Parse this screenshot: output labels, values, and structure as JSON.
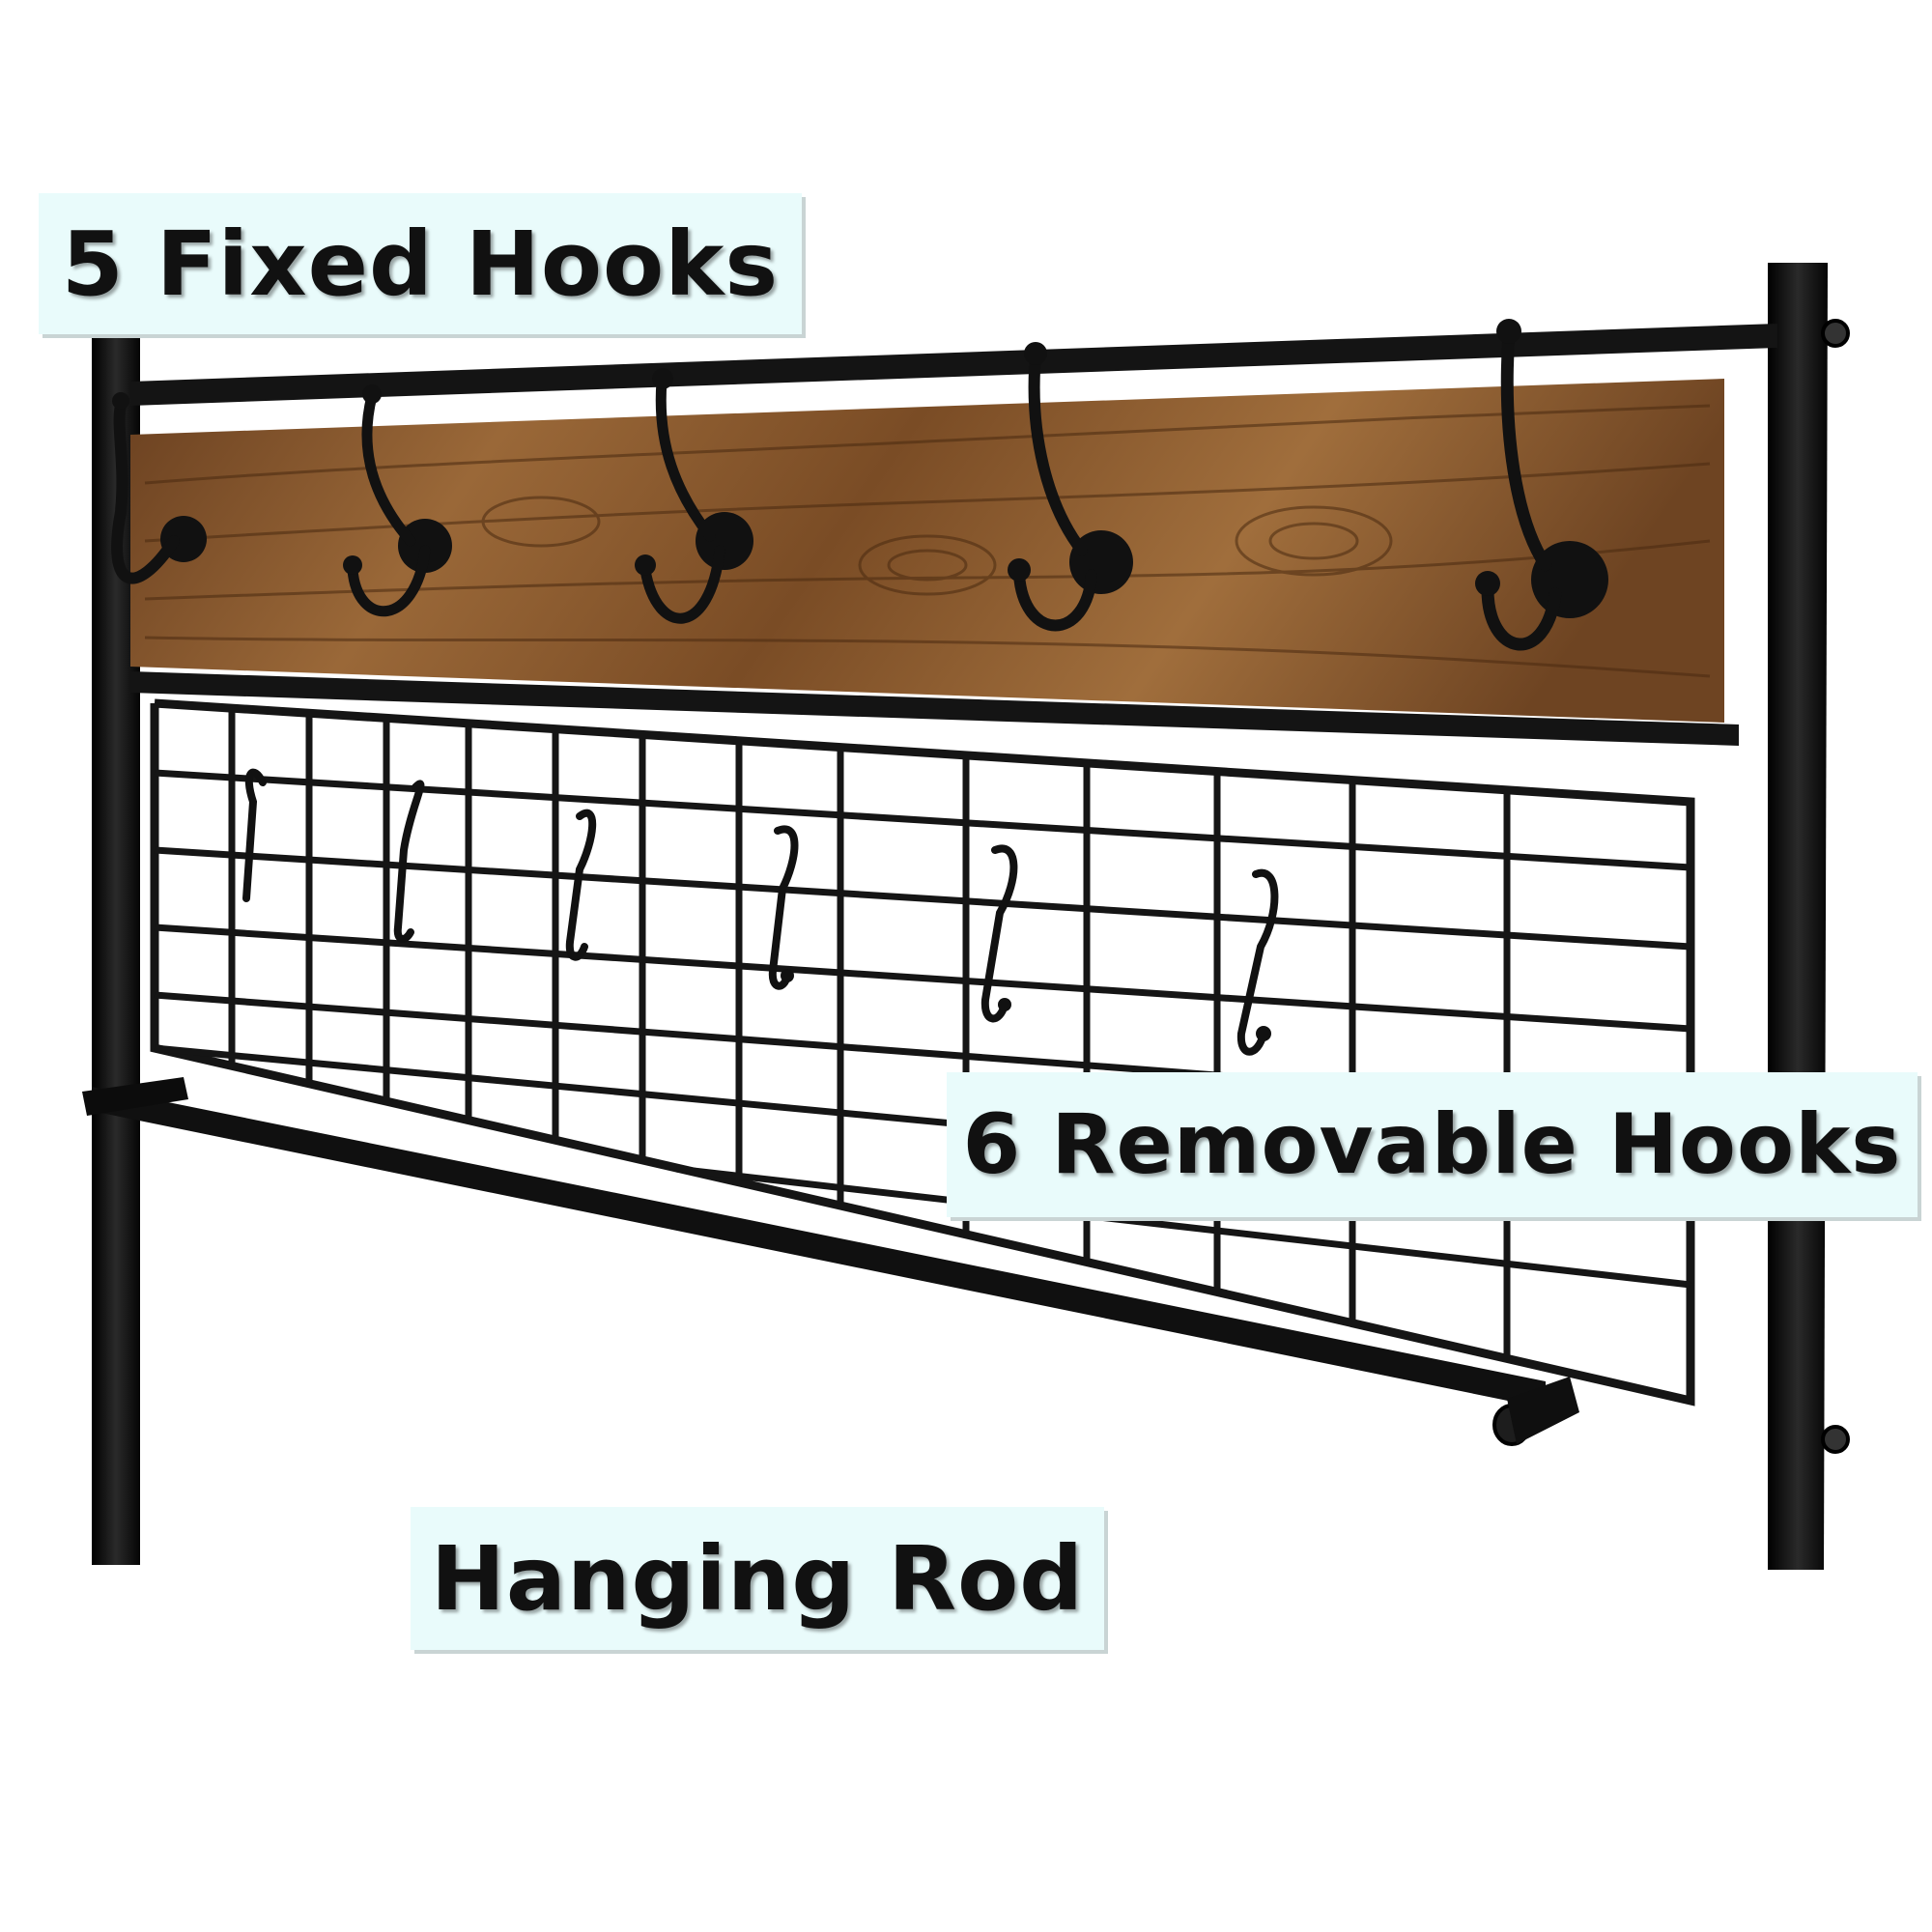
{
  "callouts": {
    "fixed_hooks": "5 Fixed Hooks",
    "removable_hooks": "6 Removable Hooks",
    "hanging_rod": "Hanging Rod"
  },
  "colors": {
    "metal": "#161616",
    "wood_light": "#8a5a30",
    "wood_dark": "#5a3518",
    "callout_bg": "#e9fbfb"
  },
  "product": {
    "fixed_hook_count": 5,
    "removable_hook_count": 6
  }
}
